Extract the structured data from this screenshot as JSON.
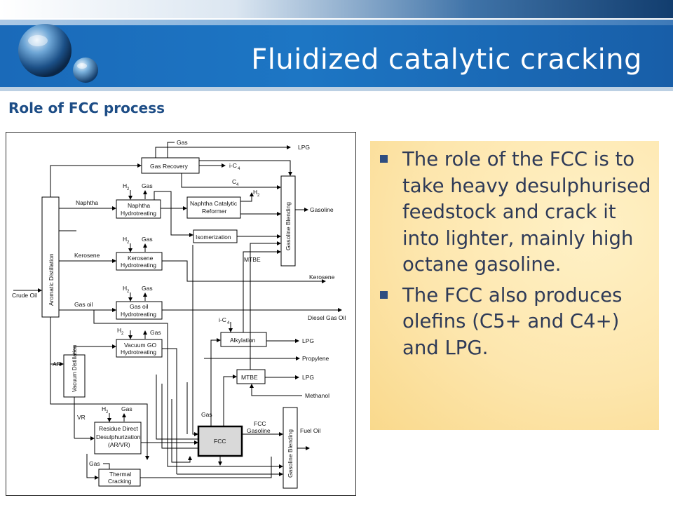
{
  "slide": {
    "title": "Fluidized catalytic cracking",
    "subtitle": "Role of FCC process"
  },
  "bullets": [
    {
      "text": "The role of the FCC is to take heavy desulphurised feedstock and crack it into lighter, mainly high octane gasoline."
    },
    {
      "text": "The FCC also produces olefins (C5+ and C4+) and LPG."
    }
  ],
  "diagram": {
    "units": {
      "aromatic_distillation": "Aromatic Distillation",
      "gas_recovery": "Gas Recovery",
      "naphtha_hydrotreating_1": "Naphtha",
      "naphtha_hydrotreating_2": "Hydrotreating",
      "reformer_1": "Naphtha Catalytic",
      "reformer_2": "Reformer",
      "isomerization": "Isomerization",
      "kerosene_hydrotreating_1": "Kerosene",
      "kerosene_hydrotreating_2": "Hydrotreating",
      "gasoil_hydrotreating_1": "Gas oil",
      "gasoil_hydrotreating_2": "Hydrotreating",
      "vacuum_go_1": "Vacuum GO",
      "vacuum_go_2": "Hydrotreating",
      "vacuum_distillation": "Vacuum Distillation",
      "alkylation": "Alkylation",
      "mtbe": "MTBE",
      "rdd_1": "Residue Direct",
      "rdd_2": "Desulphurization",
      "rdd_3": "(AR/VR)",
      "fcc": "FCC",
      "thermal_1": "Thermal",
      "thermal_2": "Cracking",
      "gasoline_blending_top": "Gasoline Blending",
      "gasoline_blending_bottom": "Gasoline Blending"
    },
    "streams": {
      "crude_oil": "Crude Oil",
      "naphtha": "Naphtha",
      "kerosene": "Kerosene",
      "gas_oil": "Gas oil",
      "ar": "AR",
      "vr": "VR",
      "gas": "Gas",
      "lpg": "LPG",
      "ic4": "i-C",
      "ic4_sub": "4",
      "c4": "C",
      "c4_sub": "4",
      "h2": "H",
      "h2_sub": "2",
      "gasoline": "Gasoline",
      "kerosene_out": "Kerosene",
      "diesel": "Diesel Gas Oil",
      "propylene": "Propylene",
      "methanol": "Methanol",
      "fcc_gasoline_1": "FCC",
      "fcc_gasoline_2": "Gasoline",
      "fuel_oil": "Fuel Oil",
      "mtbe_label": "MTBE"
    }
  }
}
